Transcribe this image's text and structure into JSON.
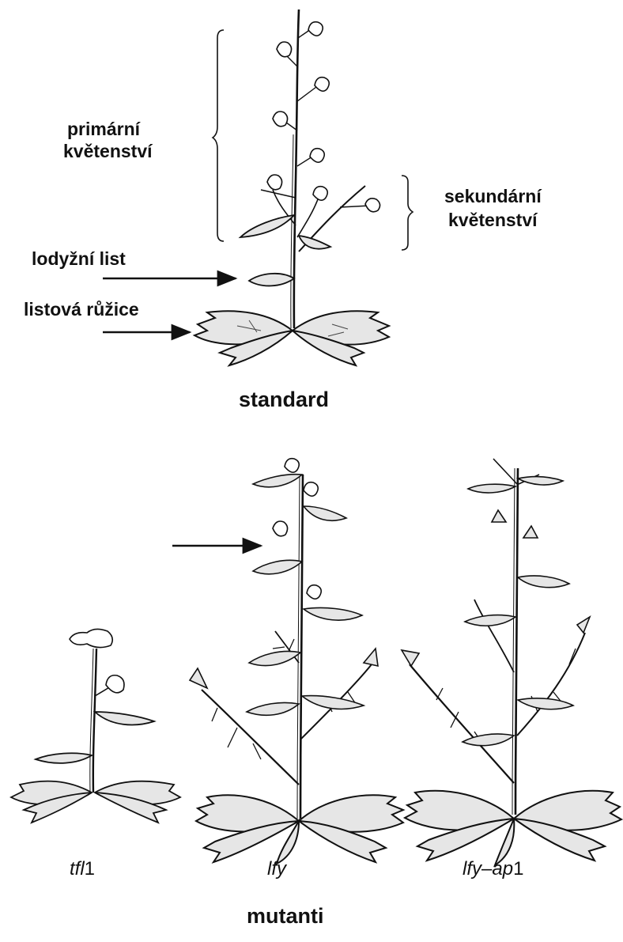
{
  "labels": {
    "primary_line1": "primární",
    "primary_line2": "květenství",
    "secondary_line1": "sekundární",
    "secondary_line2": "květenství",
    "stem_leaf": "lodyžní list",
    "rosette": "listová růžice",
    "standard": "standard",
    "mutants": "mutanti"
  },
  "mutants": {
    "tfl1_italic": "tfl",
    "tfl1_suffix": "1",
    "lfy_italic": "lfy",
    "lfyap1_italic_a": "lfy",
    "lfyap1_dash": "–",
    "lfyap1_italic_b": "ap",
    "lfyap1_suffix": "1"
  },
  "colors": {
    "ink": "#111111",
    "leaf_fill": "#e6e6e6",
    "background": "#ffffff"
  }
}
